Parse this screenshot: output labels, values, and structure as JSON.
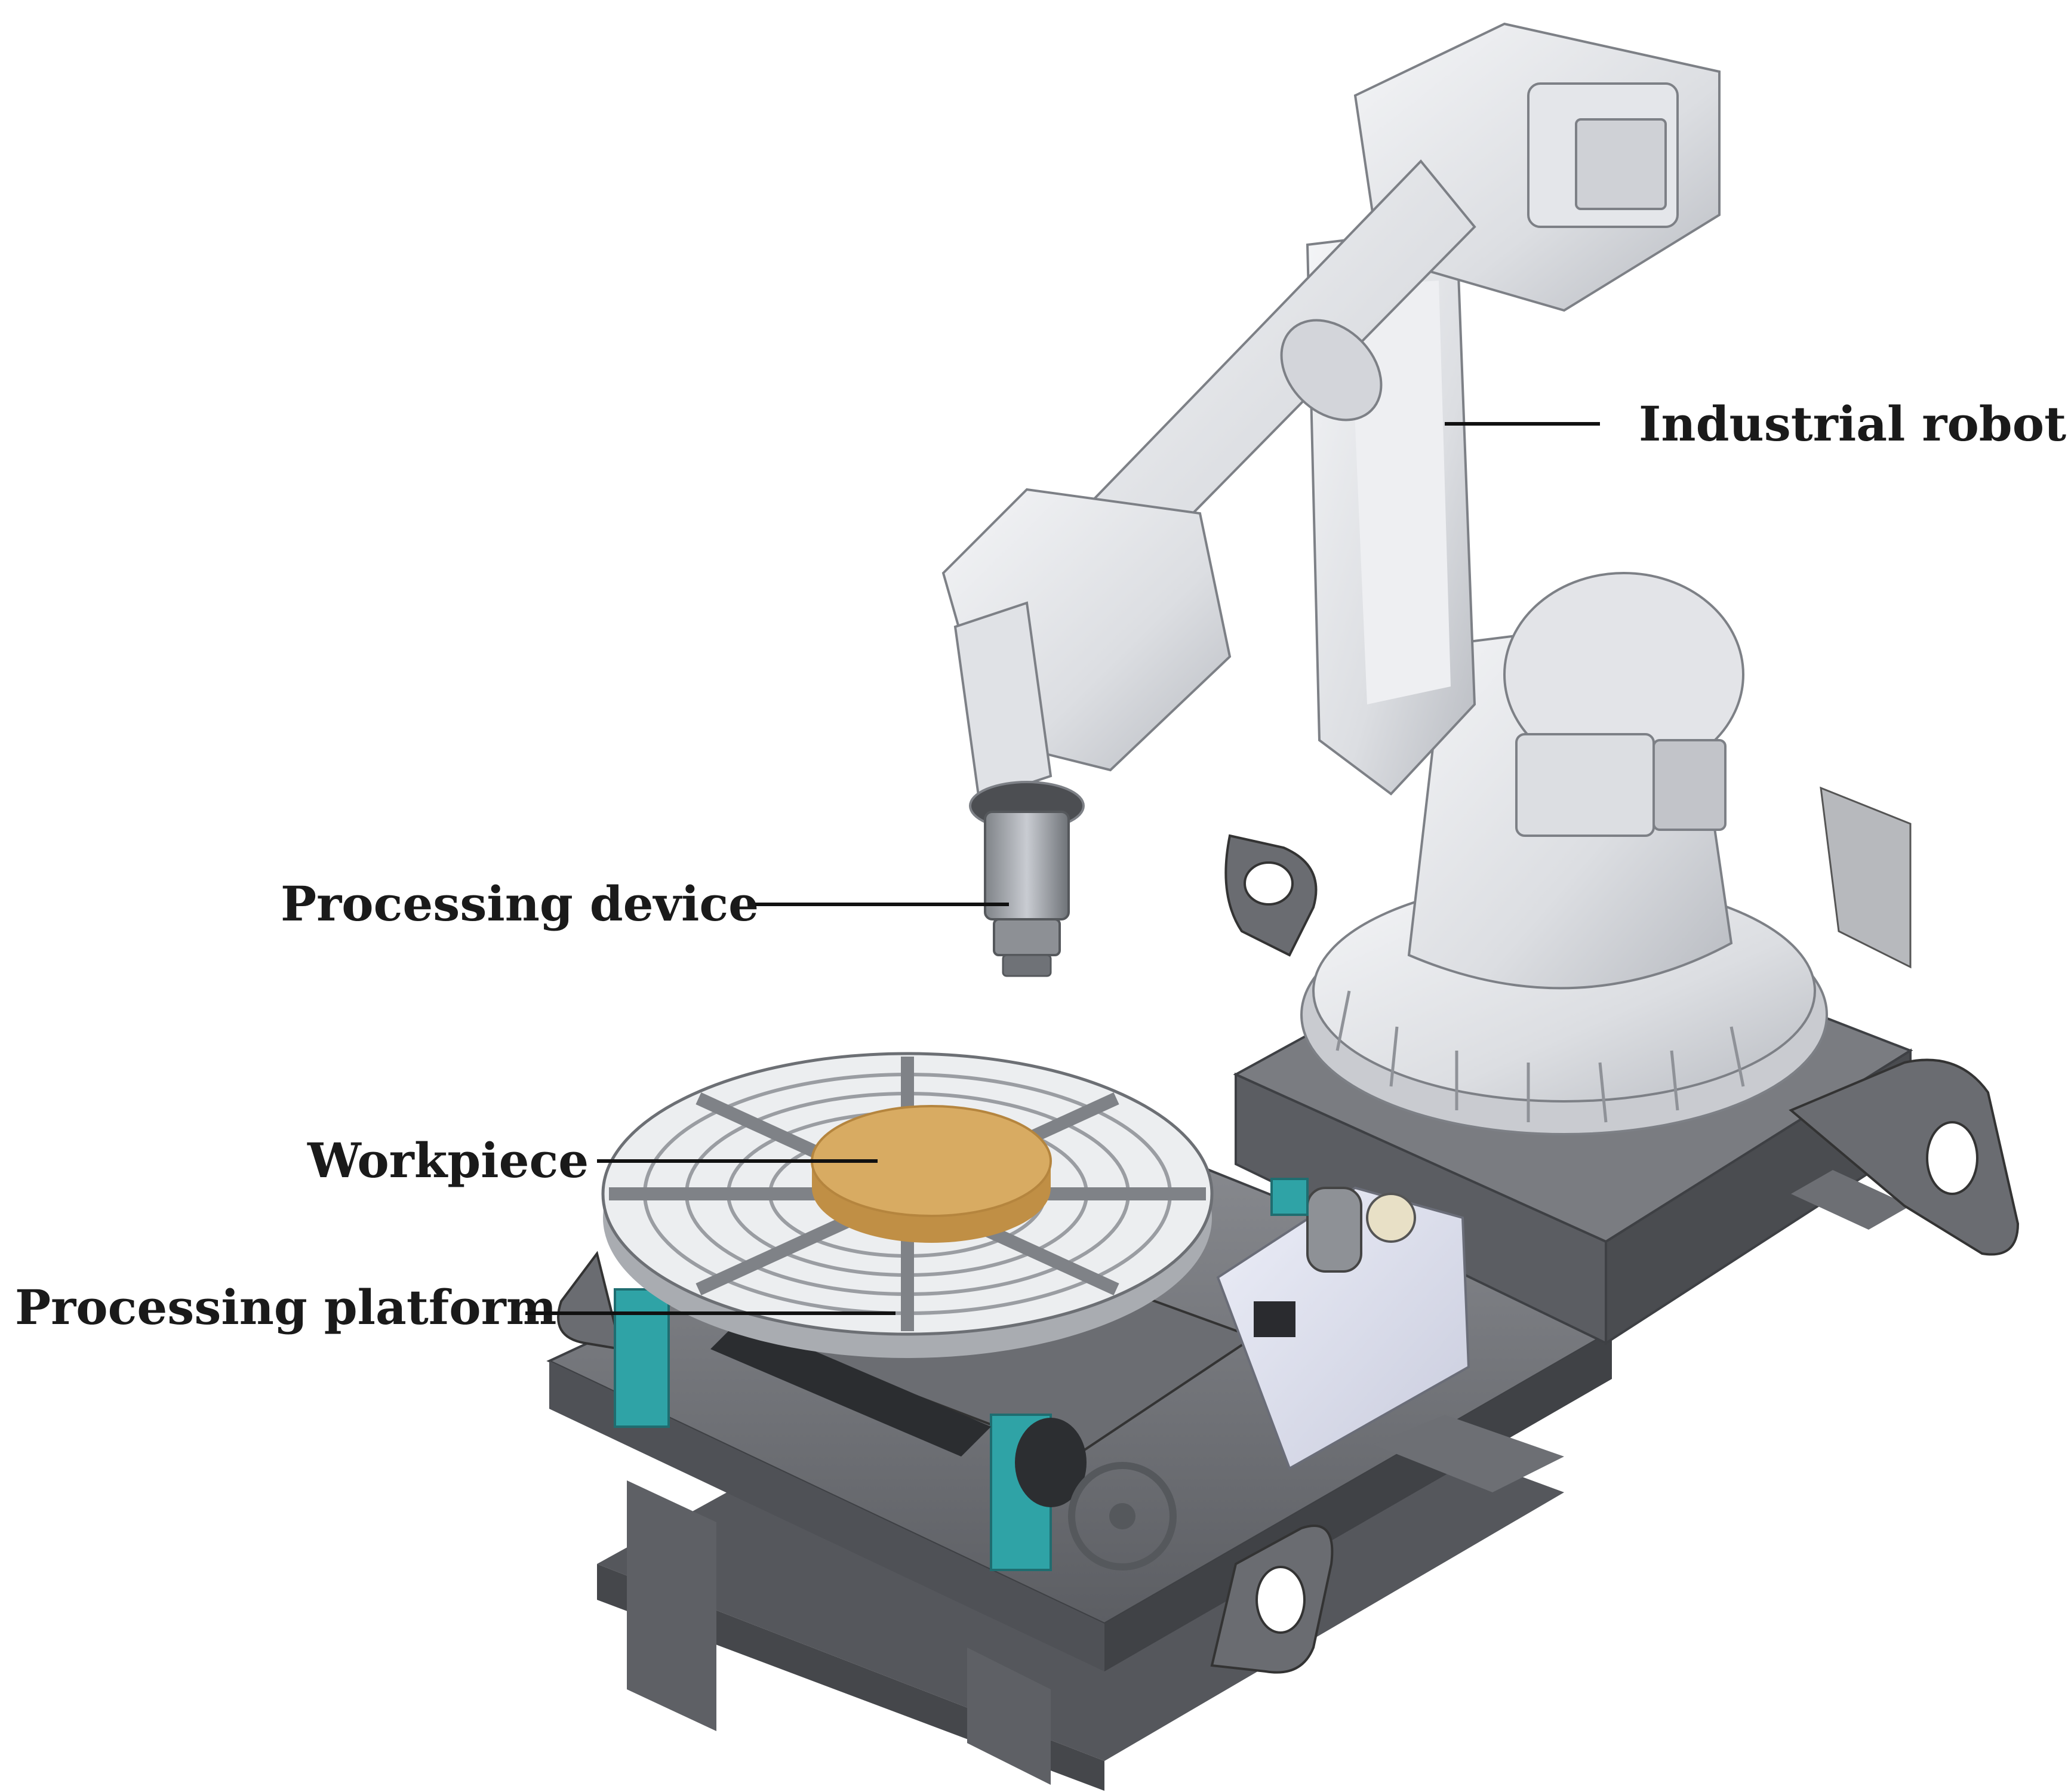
{
  "labels": {
    "industrial_robots": "Industrial robots",
    "processing_device": "Processing device",
    "workpiece": "Workpiece",
    "processing_platform": "Processing platform"
  },
  "colors": {
    "background": "#ffffff",
    "robot_body": "#e6e7ea",
    "robot_shadow": "#b9bcc2",
    "base_steel": "#6f7176",
    "base_steel_light": "#8c8e93",
    "turntable": "#eceef0",
    "slot": "#8a8d92",
    "workpiece": "#d8ab62",
    "workpiece_edge": "#c08f45",
    "teal_bracket": "#2fa3a6",
    "control_box": "#dfe1ee"
  },
  "icons": {
    "robot": "industrial-robot-arm-icon",
    "tool": "spindle-tool-icon",
    "workpiece": "disc-workpiece-icon",
    "platform": "rotary-table-icon"
  }
}
